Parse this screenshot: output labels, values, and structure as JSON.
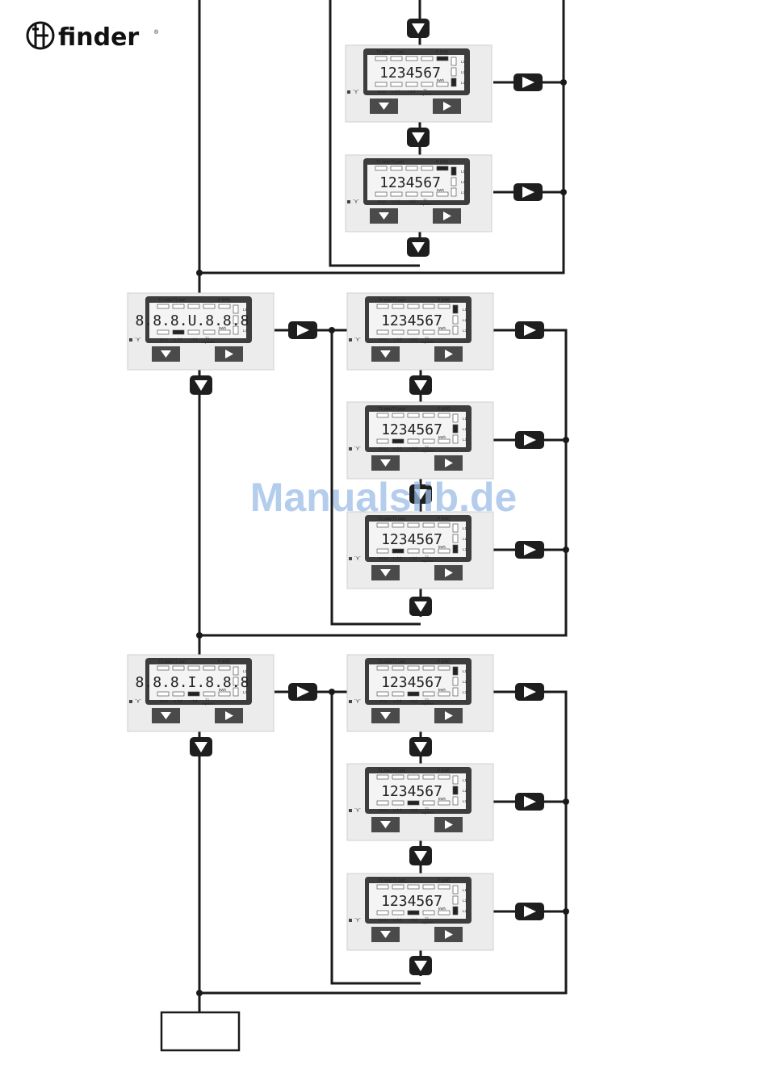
{
  "brand": {
    "logo_text": "finder",
    "logo_mark": "registered-mark-icon",
    "registered_symbol": "®"
  },
  "watermark": "Manualslib.de",
  "meter_labels": {
    "t1_total": "T1 total",
    "t1_part": "T1 part",
    "p_kw": "P (kW)",
    "error": "Error",
    "u_v": "U (V)",
    "i_a": "I (A)",
    "t2": "T2",
    "imp_kwh": "imp/kWh",
    "kwh": "kWh",
    "l1": "L1",
    "l2": "L2",
    "l3": "L3"
  },
  "display_values": {
    "reading": "1234567",
    "voltage_screen": "8.8.8.U.8.8.8",
    "current_screen": "8.8.8.I.8.8.8"
  },
  "icons": {
    "down": "down-arrow-icon",
    "right": "right-arrow-icon"
  },
  "colors": {
    "line": "#1a1a1a",
    "panel": "#ececec",
    "lcd_frame": "#3d3d3d",
    "lcd": "#f4f4f4",
    "button": "#1e1e1e",
    "watermark": "#9bbde8"
  },
  "end_box_text": ""
}
